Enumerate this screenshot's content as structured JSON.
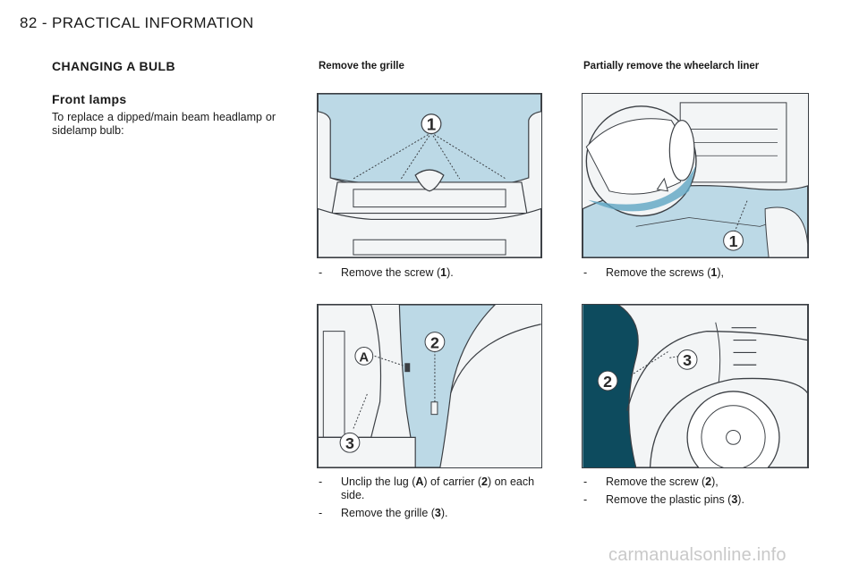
{
  "header": {
    "text": "82 - PRACTICAL INFORMATION"
  },
  "section": {
    "title": "CHANGING A BULB",
    "subtitle": "Front lamps",
    "intro": "To replace a dipped/main beam headlamp or sidelamp bulb:"
  },
  "column2": {
    "title": "Remove the grille",
    "fig1": {
      "callout": "1"
    },
    "step1": {
      "pre": "Remove the screw (",
      "key": "1",
      "post": ")."
    },
    "fig2": {
      "callouts": [
        "A",
        "2",
        "3"
      ]
    },
    "step2": {
      "pre": "Unclip the lug (",
      "key1": "A",
      "mid": ") of carrier (",
      "key2": "2",
      "post": ") on each side."
    },
    "step3": {
      "pre": "Remove the grille (",
      "key": "3",
      "post": ")."
    }
  },
  "column3": {
    "title": "Partially remove the wheelarch liner",
    "fig1": {
      "callout": "1"
    },
    "step1": {
      "pre": "Remove the screws (",
      "key": "1",
      "post": "),"
    },
    "fig2": {
      "callouts": [
        "2",
        "3"
      ]
    },
    "step2": {
      "pre": "Remove the screw (",
      "key": "2",
      "post": "),"
    },
    "step3": {
      "pre": "Remove the plastic pins (",
      "key": "3",
      "post": ")."
    }
  },
  "dash": "-",
  "watermark": "carmanualsonline.info",
  "colors": {
    "highlight": "#bcd9e6",
    "dark_teal": "#0d4b5e",
    "line": "#3b3f44"
  }
}
